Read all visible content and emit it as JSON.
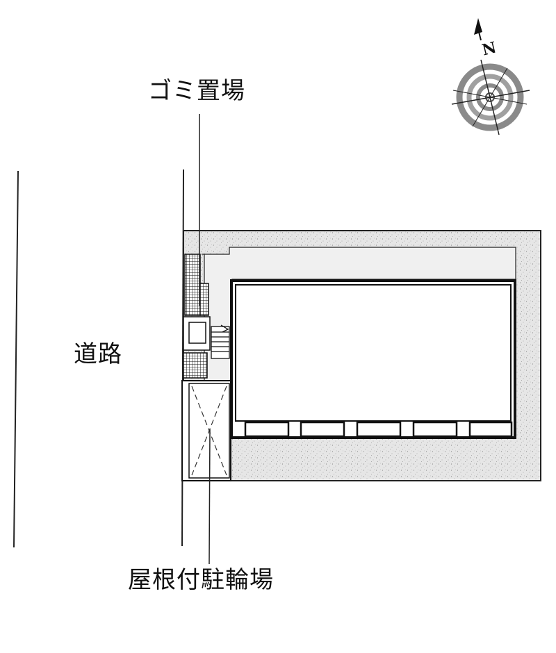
{
  "labels": {
    "garbage_area": "ゴミ置場",
    "road": "道路",
    "covered_bicycle_parking": "屋根付駐輪場"
  },
  "compass": {
    "north_letter": "N",
    "icon": "north-arrow-compass"
  },
  "colors": {
    "line": "#111111",
    "site_fill": "#e8e8e8",
    "corridor_fill": "#f0f0f0",
    "compass_gray": "#888888"
  }
}
